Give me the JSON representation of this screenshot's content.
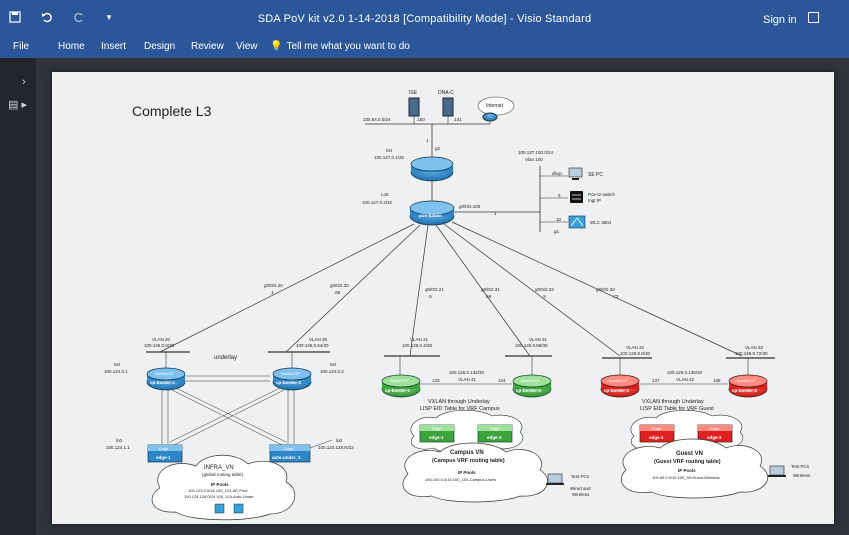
{
  "titlebar": {
    "title": "SDA PoV kit  v2.0 1-14-2018  [Compatibility Mode]  -  Visio Standard",
    "sign_in": "Sign in",
    "undo_icon": "undo-icon",
    "redo_icon": "redo-icon",
    "save_icon": "save-icon"
  },
  "menu": {
    "file": "File",
    "home": "Home",
    "insert": "Insert",
    "design": "Design",
    "review": "Review",
    "view": "View",
    "tell_me": "Tell me what you want to do"
  },
  "diagram": {
    "title": "Complete L3",
    "top": {
      "ise": "ISE",
      "dnac": "DNA-C",
      "internet": "Internet",
      "subnet": "100.64.0.0/24",
      "ise_ip": ".100",
      "dnac_ip": ".101",
      "lo0": "lo0",
      "lo0_ip": "100.127.0.1/32",
      "g2": "g2",
      "g1": "1",
      "fusion_lo0": "Lo0",
      "fusion_ip": "100.127.0.2/32",
      "fusion_name": "pov-fusion",
      "fusion_port": "g0/0/2.100",
      "fusion_one": "1",
      "vlan_subnet": "100.127.100.0/24",
      "vlan_label": "Vlan 100",
      "se_pc": "SE PC",
      "dhcp": "dhcp",
      "pov_switch": "Pov-I2-switch",
      "mgt_ip": "mgt IP",
      "wlc": "WLC 3504",
      "n5": "5",
      "n10": "10",
      "g1b": "g1"
    },
    "links": {
      "l1_port": "g0/0/2.20",
      "l1_val": ".1",
      "l2_port": "g0/0/2.30",
      "l2_val": ".65",
      "l3_port": "g0/0/2.21",
      "l3_val": ".5",
      "l4_port": "g0/0/2.31",
      "l4_val": ".69",
      "l5_port": "g0/0/2.22",
      "l5_val": ".9",
      "l6_port": "g0/0/2.32",
      "l6_val": ".73"
    },
    "infra": {
      "vlan20": "VLAN 20",
      "vlan20_subnet": "100.126.0.0/30",
      "vlan30": "VLAN 30",
      "vlan30_subnet": "100.126.0.64/30",
      "underlay": "underlay",
      "lo0_a": "lo0",
      "ip_a": "100.124.0.1",
      "lo0_b": "lo0",
      "ip_b": "100.124.0.2",
      "cp1": "cp-border-1",
      "cp2": "cp-border-2",
      "border_cp": "Border/CP",
      "edge": "Edge",
      "edge1": "edge-1",
      "auto_under": "auto-under_1",
      "lo0_c": "lo0",
      "ip_c": "100.124.1.1",
      "lo0_d": "lo0",
      "ip_d": "100.124.128.N/32",
      "vn_name": "INFRA_VN",
      "vn_sub": "(global routing table)",
      "pools_title": "IP Pools",
      "pool1": "100.123.0.0/16   100_123-AP-Pool",
      "pool2": "100.124.128.0/24   100_124-Auto-Under"
    },
    "campus": {
      "vlan21": "VLAN 21",
      "vlan21_subnet": "100.126.0.4/30",
      "vlan31": "VLAN 31",
      "vlan31_subnet": "100.126.0.68/30",
      "mid_subnet": "100.126.0.132/30",
      "mid_vlan": "VLAN 41",
      "n133": "133",
      "n134": "134",
      "cp1": "cp-border-1",
      "cp2": "cp-border-2",
      "border_cp": "Border/CP",
      "vxlan1": "VXLAN through Underlay",
      "vxlan2": "LISP EID Table for VRF Campus",
      "edge": "Edge",
      "edge1": "edge-1",
      "edge2": "edge-2",
      "vn_name": "Campus VN",
      "vn_sub": "(Campus VRF routing table)",
      "pools_title": "IP Pools",
      "pool1": "100.100.0.0/16   100_100-Campus-Users",
      "test_pcs": "Test PCs",
      "wired": "Wired and",
      "wireless": "Wireless"
    },
    "guest": {
      "vlan22": "VLAN 22",
      "vlan22_subnet": "100.126.0.8/30",
      "vlan32": "VLAN 32",
      "vlan32_subnet": "100.126.0.72/30",
      "mid_subnet": "100.126.0.136/30",
      "mid_vlan": "VLAN 42",
      "n137": "137",
      "n138": "138",
      "cp1": "cp-border-1",
      "cp2": "cp-border-2",
      "border_cp": "Border/CP",
      "vxlan1": "VXLAN through Underlay",
      "vxlan2": "LISP EID Table for VRF Guest",
      "edge": "Edge",
      "edge1": "edge-1",
      "edge2": "edge-2",
      "vn_name": "Guest VN",
      "vn_sub": "(Guest VRF routing table)",
      "pools_title": "IP Pools",
      "pool1": "100.99.0.0/16   100_99-Guest-Wireless",
      "test_pcs": "Test PCs",
      "wireless": "Wireless"
    }
  },
  "colors": {
    "titlebar": "#2b579a",
    "router_blue": "#1f7fc4",
    "campus_green": "#3da33d",
    "guest_red": "#e0201f"
  }
}
